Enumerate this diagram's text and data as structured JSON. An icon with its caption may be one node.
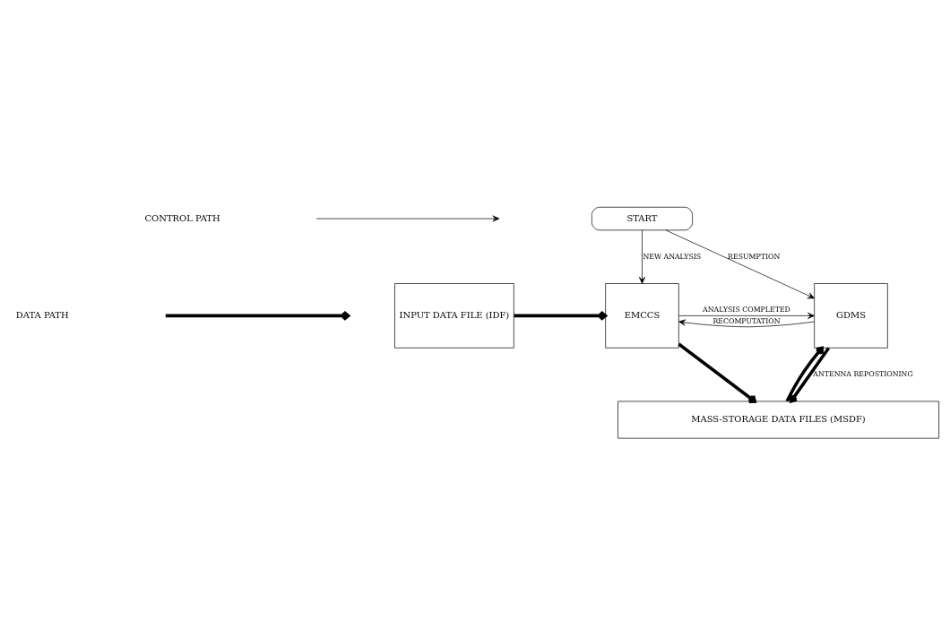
{
  "diagram": {
    "nodes": [
      {
        "text": [
          "START"
        ]
      },
      {
        "text": [
          "INPUT DATA FILE (IDF)"
        ]
      },
      {
        "text": [
          "EMCCS"
        ]
      },
      {
        "text": [
          "GDMS"
        ]
      },
      {
        "text": [
          "MASS-STORAGE DATA FILES (MSDF)"
        ]
      }
    ],
    "edges": [
      {
        "from": 0,
        "to": 2,
        "arrow": "to",
        "label": "NEW ANALYSIS"
      },
      {
        "from": 0,
        "to": 3,
        "arrow": "to",
        "label": "RESUMPTION"
      },
      {
        "from": 3,
        "to": 2,
        "arrow": "to",
        "label": "RECOMPUTATION"
      },
      {
        "from": 1,
        "to": 2,
        "arrow": "to",
        "style": "thick"
      },
      {
        "from": 2,
        "to": 3,
        "arrow": "to",
        "label": "ANALYSIS COMPLETED"
      },
      {
        "from": 2,
        "to": 4,
        "arrow": "to",
        "style": "thick"
      },
      {
        "from": 3,
        "to": 4,
        "arrow": "to",
        "style": "thick",
        "label": "ANTENNA REPOSTIONING"
      },
      {
        "from": 4,
        "to": 3,
        "arrow": "to",
        "style": "thick"
      }
    ],
    "legend": [
      {
        "text": "CONTROL PATH"
      },
      {
        "text": "DATA PATH"
      }
    ]
  }
}
